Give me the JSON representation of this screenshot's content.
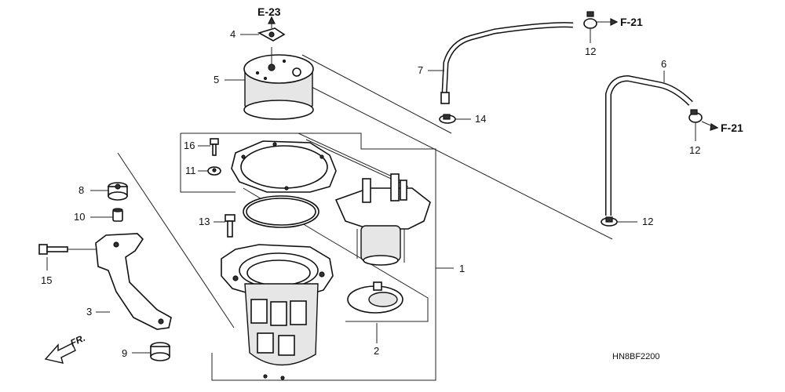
{
  "callouts": {
    "c1": "1",
    "c2": "2",
    "c3": "3",
    "c4": "4",
    "c5": "5",
    "c6": "6",
    "c7": "7",
    "c8": "8",
    "c9": "9",
    "c10": "10",
    "c11": "11",
    "c12a": "12",
    "c12b": "12",
    "c12c": "12",
    "c13": "13",
    "c14": "14",
    "c15": "15",
    "c16": "16"
  },
  "refs": {
    "e23": "E-23",
    "f21_top": "F-21",
    "f21_right": "F-21"
  },
  "direction_label": "FR.",
  "diagram_code": "HN8BF2200"
}
